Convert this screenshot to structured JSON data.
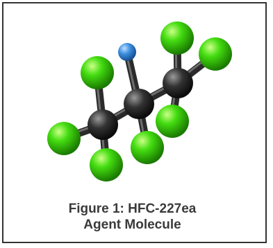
{
  "caption": {
    "line1": "Figure 1: HFC-227ea",
    "line2": "Agent Molecule"
  },
  "colors": {
    "carbon": "#2a2a2a",
    "fluorine": "#33cc11",
    "hydrogen": "#3d8fe0",
    "border": "#333333",
    "text": "#3a3a3a"
  },
  "molecule": {
    "atoms": [
      {
        "id": "c1",
        "element": "carbon"
      },
      {
        "id": "c2",
        "element": "carbon"
      },
      {
        "id": "c3",
        "element": "carbon"
      },
      {
        "id": "h1",
        "element": "hydrogen"
      },
      {
        "id": "f1",
        "element": "fluorine"
      },
      {
        "id": "f2",
        "element": "fluorine"
      },
      {
        "id": "f3",
        "element": "fluorine"
      },
      {
        "id": "f4",
        "element": "fluorine"
      },
      {
        "id": "f5",
        "element": "fluorine"
      },
      {
        "id": "f6",
        "element": "fluorine"
      },
      {
        "id": "f7",
        "element": "fluorine"
      }
    ],
    "bonds": [
      [
        "c1",
        "c2"
      ],
      [
        "c2",
        "c3"
      ],
      [
        "c2",
        "h1"
      ],
      [
        "c2",
        "f4"
      ],
      [
        "c1",
        "f1"
      ],
      [
        "c1",
        "f2"
      ],
      [
        "c1",
        "f3"
      ],
      [
        "c3",
        "f5"
      ],
      [
        "c3",
        "f6"
      ],
      [
        "c3",
        "f7"
      ]
    ]
  }
}
